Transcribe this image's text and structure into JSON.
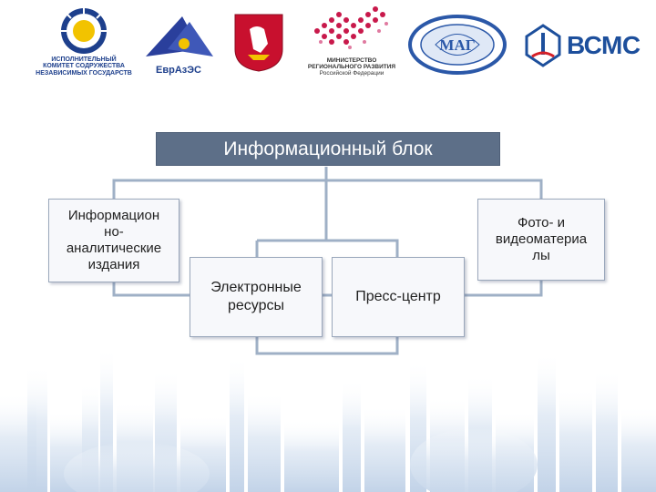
{
  "logos": {
    "cis": {
      "caption_lines": [
        "ИСПОЛНИТЕЛЬНЫЙ",
        "КОМИТЕТ СОДРУЖЕСТВА",
        "НЕЗАВИСИМЫХ ГОСУДАРСТВ"
      ],
      "color": "#1d3f8c"
    },
    "eurasec": {
      "caption": "ЕврАзЭС",
      "color": "#2a3f9c",
      "accent": "#f2c300"
    },
    "moscow": {
      "color": "#c8102e"
    },
    "minregion": {
      "caption_lines": [
        "МИНИСТЕРСТВО",
        "РЕГИОНАЛЬНОГО РАЗВИТИЯ",
        "Российской Федерации"
      ],
      "color": "#c8194b"
    },
    "mag": {
      "center_text": "МАГ",
      "color": "#2b58a8"
    },
    "vsms": {
      "caption": "ВСМС",
      "color": "#1d4f9c",
      "accent": "#d62027"
    }
  },
  "diagram": {
    "title": "Информационный блок",
    "nodes": {
      "analytics": {
        "lines": [
          "Информацион",
          "но-",
          "аналитические",
          "издания"
        ]
      },
      "photo_video": {
        "lines": [
          "Фото- и",
          "видеоматериа",
          "лы"
        ]
      },
      "electronic": {
        "lines": [
          "Электронные",
          "ресурсы"
        ]
      },
      "press": {
        "lines": [
          "Пресс-центр"
        ]
      }
    },
    "colors": {
      "title_bg": "#5d6f88",
      "connector": "#9fb0c6",
      "box_border": "#9aa7bb",
      "skyline": "#c9d8ea"
    }
  }
}
